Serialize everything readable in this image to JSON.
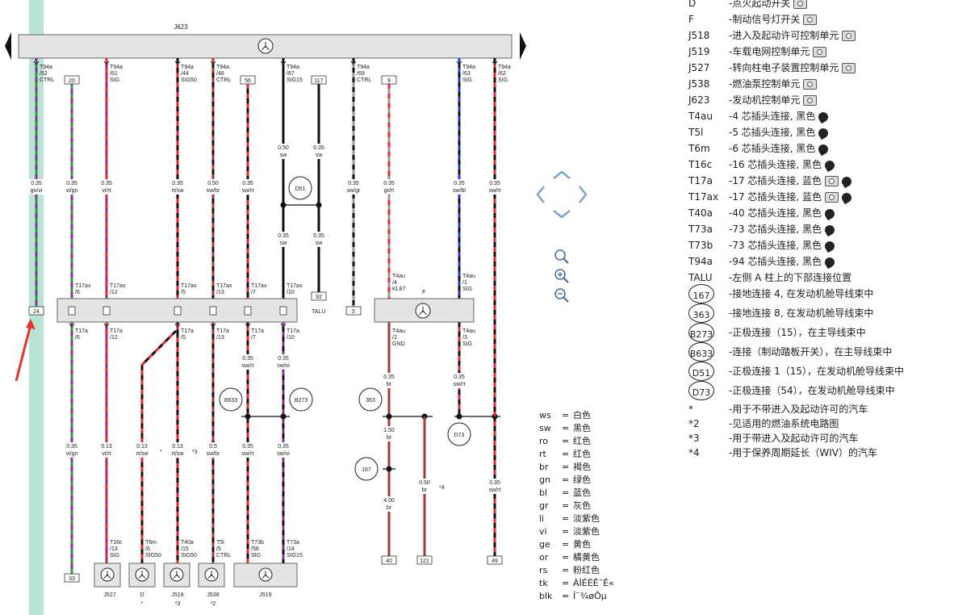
{
  "diagram": {
    "top_unit": "J623",
    "top_pins": [
      {
        "conn": "T94a",
        "pin": "/52",
        "sig": "CTRL"
      },
      {
        "conn": "T94a",
        "pin": "/61",
        "sig": "SIG"
      },
      {
        "conn": "T94a",
        "pin": "/44",
        "sig": "SIG50"
      },
      {
        "conn": "T94a",
        "pin": "/48",
        "sig": "CTRL"
      },
      {
        "conn": "T94a",
        "pin": "/87",
        "sig": "SIG15"
      },
      {
        "conn": "T94a",
        "pin": "/69",
        "sig": "CTRL"
      },
      {
        "conn": "T94a",
        "pin": "/63",
        "sig": "SIG"
      },
      {
        "conn": "T94a",
        "pin": "/62",
        "sig": "SIG"
      }
    ],
    "box_numbers": [
      "20",
      "56",
      "117",
      "9",
      "24",
      "92",
      "5",
      "33",
      "40",
      "121",
      "49"
    ],
    "talu_label": "TALU",
    "f_label": "F",
    "wire_labels": [
      {
        "size": "0.35",
        "color": "gn/vi"
      },
      {
        "size": "0.35",
        "color": "vi/gn"
      },
      {
        "size": "0.35",
        "color": "vi/rt"
      },
      {
        "size": "0.35",
        "color": "rt/sw"
      },
      {
        "size": "0.50",
        "color": "sw/br"
      },
      {
        "size": "0.35",
        "color": "sw/rt"
      },
      {
        "size": "0.50",
        "color": "sw"
      },
      {
        "size": "0.35",
        "color": "sw"
      },
      {
        "size": "0.35",
        "color": "sw"
      },
      {
        "size": "0.35",
        "color": "sw"
      },
      {
        "size": "0.35",
        "color": "sw/gr"
      },
      {
        "size": "0.35",
        "color": "gr/rt"
      },
      {
        "size": "0.35",
        "color": "sw/bl"
      },
      {
        "size": "0.35",
        "color": "sw/rt"
      },
      {
        "size": "0.35",
        "color": "sw/rt"
      },
      {
        "size": "0.35",
        "color": "sw/vi"
      },
      {
        "size": "0.35",
        "color": "br"
      },
      {
        "size": "0.35",
        "color": "sw/rt"
      },
      {
        "size": "0.35",
        "color": "vi/gn"
      },
      {
        "size": "0.13",
        "color": "vi/rt"
      },
      {
        "size": "0.13",
        "color": "rt/sw"
      },
      {
        "size": "0.13",
        "color": "rt/sw"
      },
      {
        "size": "0.5",
        "color": "sw/br"
      },
      {
        "size": "0.35",
        "color": "sw/rt"
      },
      {
        "size": "0.35",
        "color": "sw/vi"
      },
      {
        "size": "1.50",
        "color": "br"
      },
      {
        "size": "4.00",
        "color": "br"
      },
      {
        "size": "0.50",
        "color": "br"
      },
      {
        "size": "0.35",
        "color": "sw/rt"
      }
    ],
    "t17ax_pins": [
      {
        "conn": "T17ax",
        "pin": "/6"
      },
      {
        "conn": "T17ax",
        "pin": "/12"
      },
      {
        "conn": "T17ax",
        "pin": "/5"
      },
      {
        "conn": "T17ax",
        "pin": "/13"
      },
      {
        "conn": "T17ax",
        "pin": "/7"
      },
      {
        "conn": "T17ax",
        "pin": "/10"
      }
    ],
    "t17a_pins": [
      {
        "conn": "T17a",
        "pin": "/6"
      },
      {
        "conn": "T17a",
        "pin": "/12"
      },
      {
        "conn": "T17a",
        "pin": "/5"
      },
      {
        "conn": "T17a",
        "pin": "/13"
      },
      {
        "conn": "T17a",
        "pin": "/7"
      },
      {
        "conn": "T17a",
        "pin": "/10"
      }
    ],
    "t4au_pins": [
      {
        "conn": "T4au",
        "pin": "/4",
        "sig": "KL87"
      },
      {
        "conn": "T4au",
        "pin": "/1",
        "sig": "SIG"
      },
      {
        "conn": "T4au",
        "pin": "/2",
        "sig": "GND"
      },
      {
        "conn": "T4au",
        "pin": "/3",
        "sig": "SIG"
      }
    ],
    "bottom_pins": [
      {
        "conn": "T16c",
        "pin": "/13",
        "sig": "SIG"
      },
      {
        "conn": "T6m",
        "pin": "/6",
        "sig": "SIG50"
      },
      {
        "conn": "T40a",
        "pin": "/15",
        "sig": "SIG50"
      },
      {
        "conn": "T5l",
        "pin": "/5",
        "sig": "CTRL"
      },
      {
        "conn": "T73b",
        "pin": "/58",
        "sig": "SIG"
      },
      {
        "conn": "T73a",
        "pin": "/14",
        "sig": "SIG15"
      }
    ],
    "bottom_units": [
      {
        "name": "J527",
        "note": ""
      },
      {
        "name": "D",
        "note": "*"
      },
      {
        "name": "J518",
        "note": "*3"
      },
      {
        "name": "J538",
        "note": "*2"
      },
      {
        "name": "J519",
        "note": ""
      }
    ],
    "circles": [
      "D51",
      "B633",
      "B273",
      "363",
      "167",
      "D73"
    ],
    "marks": {
      "star": "*",
      "note3": "*3",
      "note4": "*4"
    }
  },
  "legend": {
    "components": [
      {
        "code": "D",
        "desc": "-点火起动开关",
        "icons": [
          "camera-icon"
        ]
      },
      {
        "code": "F",
        "desc": "-制动信号灯开关",
        "icons": [
          "camera-icon"
        ]
      },
      {
        "code": "J518",
        "desc": "-进入及起动许可控制单元",
        "icons": [
          "camera-icon"
        ]
      },
      {
        "code": "J519",
        "desc": "-车载电网控制单元",
        "icons": [
          "camera-icon"
        ]
      },
      {
        "code": "J527",
        "desc": "-转向柱电子装置控制单元",
        "icons": [
          "camera-icon"
        ]
      },
      {
        "code": "J538",
        "desc": "-燃油泵控制单元",
        "icons": [
          "camera-icon"
        ]
      },
      {
        "code": "J623",
        "desc": "-发动机控制单元",
        "icons": [
          "camera-icon"
        ]
      },
      {
        "code": "T4au",
        "desc": "-4 芯插头连接, 黑色",
        "icons": [
          "plug-icon"
        ]
      },
      {
        "code": "T5l",
        "desc": "-5 芯插头连接, 黑色",
        "icons": [
          "plug-icon"
        ]
      },
      {
        "code": "T6m",
        "desc": "-6 芯插头连接, 黑色",
        "icons": [
          "plug-icon"
        ]
      },
      {
        "code": "T16c",
        "desc": "-16 芯插头连接, 黑色",
        "icons": [
          "plug-icon"
        ]
      },
      {
        "code": "T17a",
        "desc": "-17 芯插头连接, 蓝色",
        "icons": [
          "camera-icon",
          "plug-icon"
        ]
      },
      {
        "code": "T17ax",
        "desc": "-17 芯插头连接, 蓝色",
        "icons": [
          "camera-icon",
          "plug-icon"
        ]
      },
      {
        "code": "T40a",
        "desc": "-40 芯插头连接, 黑色",
        "icons": [
          "plug-icon"
        ]
      },
      {
        "code": "T73a",
        "desc": "-73 芯插头连接, 黑色",
        "icons": [
          "plug-icon"
        ]
      },
      {
        "code": "T73b",
        "desc": "-73 芯插头连接, 黑色",
        "icons": [
          "plug-icon"
        ]
      },
      {
        "code": "T94a",
        "desc": "-94 芯插头连接, 黑色",
        "icons": [
          "plug-icon"
        ]
      },
      {
        "code": "TALU",
        "desc": "-左侧 A 柱上的下部连接位置",
        "icons": []
      }
    ],
    "connections": [
      {
        "code": "167",
        "desc": "-接地连接 4, 在发动机舱导线束中"
      },
      {
        "code": "363",
        "desc": "-接地连接 8, 在发动机舱导线束中"
      },
      {
        "code": "B273",
        "desc": "-正极连接（15），在主导线束中"
      },
      {
        "code": "B633",
        "desc": "-连接（制动踏板开关），在主导线束中"
      },
      {
        "code": "D51",
        "desc": "-正极连接 1（15），在发动机舱导线束中"
      },
      {
        "code": "D73",
        "desc": "-正极连接（54），在发动机舱导线束中"
      }
    ],
    "notes": [
      {
        "code": "*",
        "desc": "-用于不带进入及起动许可的汽车"
      },
      {
        "code": "*2",
        "desc": "-见适用的燃油系统电路图"
      },
      {
        "code": "*3",
        "desc": "-用于带进入及起动许可的汽车"
      },
      {
        "code": "*4",
        "desc": "-用于保养周期延长（WIV）的汽车"
      }
    ]
  },
  "color_codes": [
    {
      "code": "ws",
      "eq": "=",
      "name": "白色"
    },
    {
      "code": "sw",
      "eq": "=",
      "name": "黑色"
    },
    {
      "code": "ro",
      "eq": "=",
      "name": "红色"
    },
    {
      "code": "rt",
      "eq": "=",
      "name": "红色"
    },
    {
      "code": "br",
      "eq": "=",
      "name": "褐色"
    },
    {
      "code": "gn",
      "eq": "=",
      "name": "绿色"
    },
    {
      "code": "bl",
      "eq": "=",
      "name": "蓝色"
    },
    {
      "code": "gr",
      "eq": "=",
      "name": "灰色"
    },
    {
      "code": "li",
      "eq": "=",
      "name": "淡紫色"
    },
    {
      "code": "vi",
      "eq": "=",
      "name": "淡紫色"
    },
    {
      "code": "ge",
      "eq": "=",
      "name": "黄色"
    },
    {
      "code": "or",
      "eq": "=",
      "name": "橘黄色"
    },
    {
      "code": "rs",
      "eq": "=",
      "name": "粉红色"
    },
    {
      "code": "tk",
      "eq": "=",
      "name": "ÀÍÉÉÊ¯É«"
    },
    {
      "code": "blk",
      "eq": "=",
      "name": "Í¨¾øÔµ"
    }
  ],
  "wire_palette": {
    "sw": "#111111",
    "rt": "#e8282c",
    "vi": "#8e2c9a",
    "gn": "#2e9a44",
    "gr": "#999999",
    "bl": "#1e3ad8",
    "br": "#a33a36",
    "highlight": "#b9e3d3",
    "arrow": "#e8322c"
  }
}
